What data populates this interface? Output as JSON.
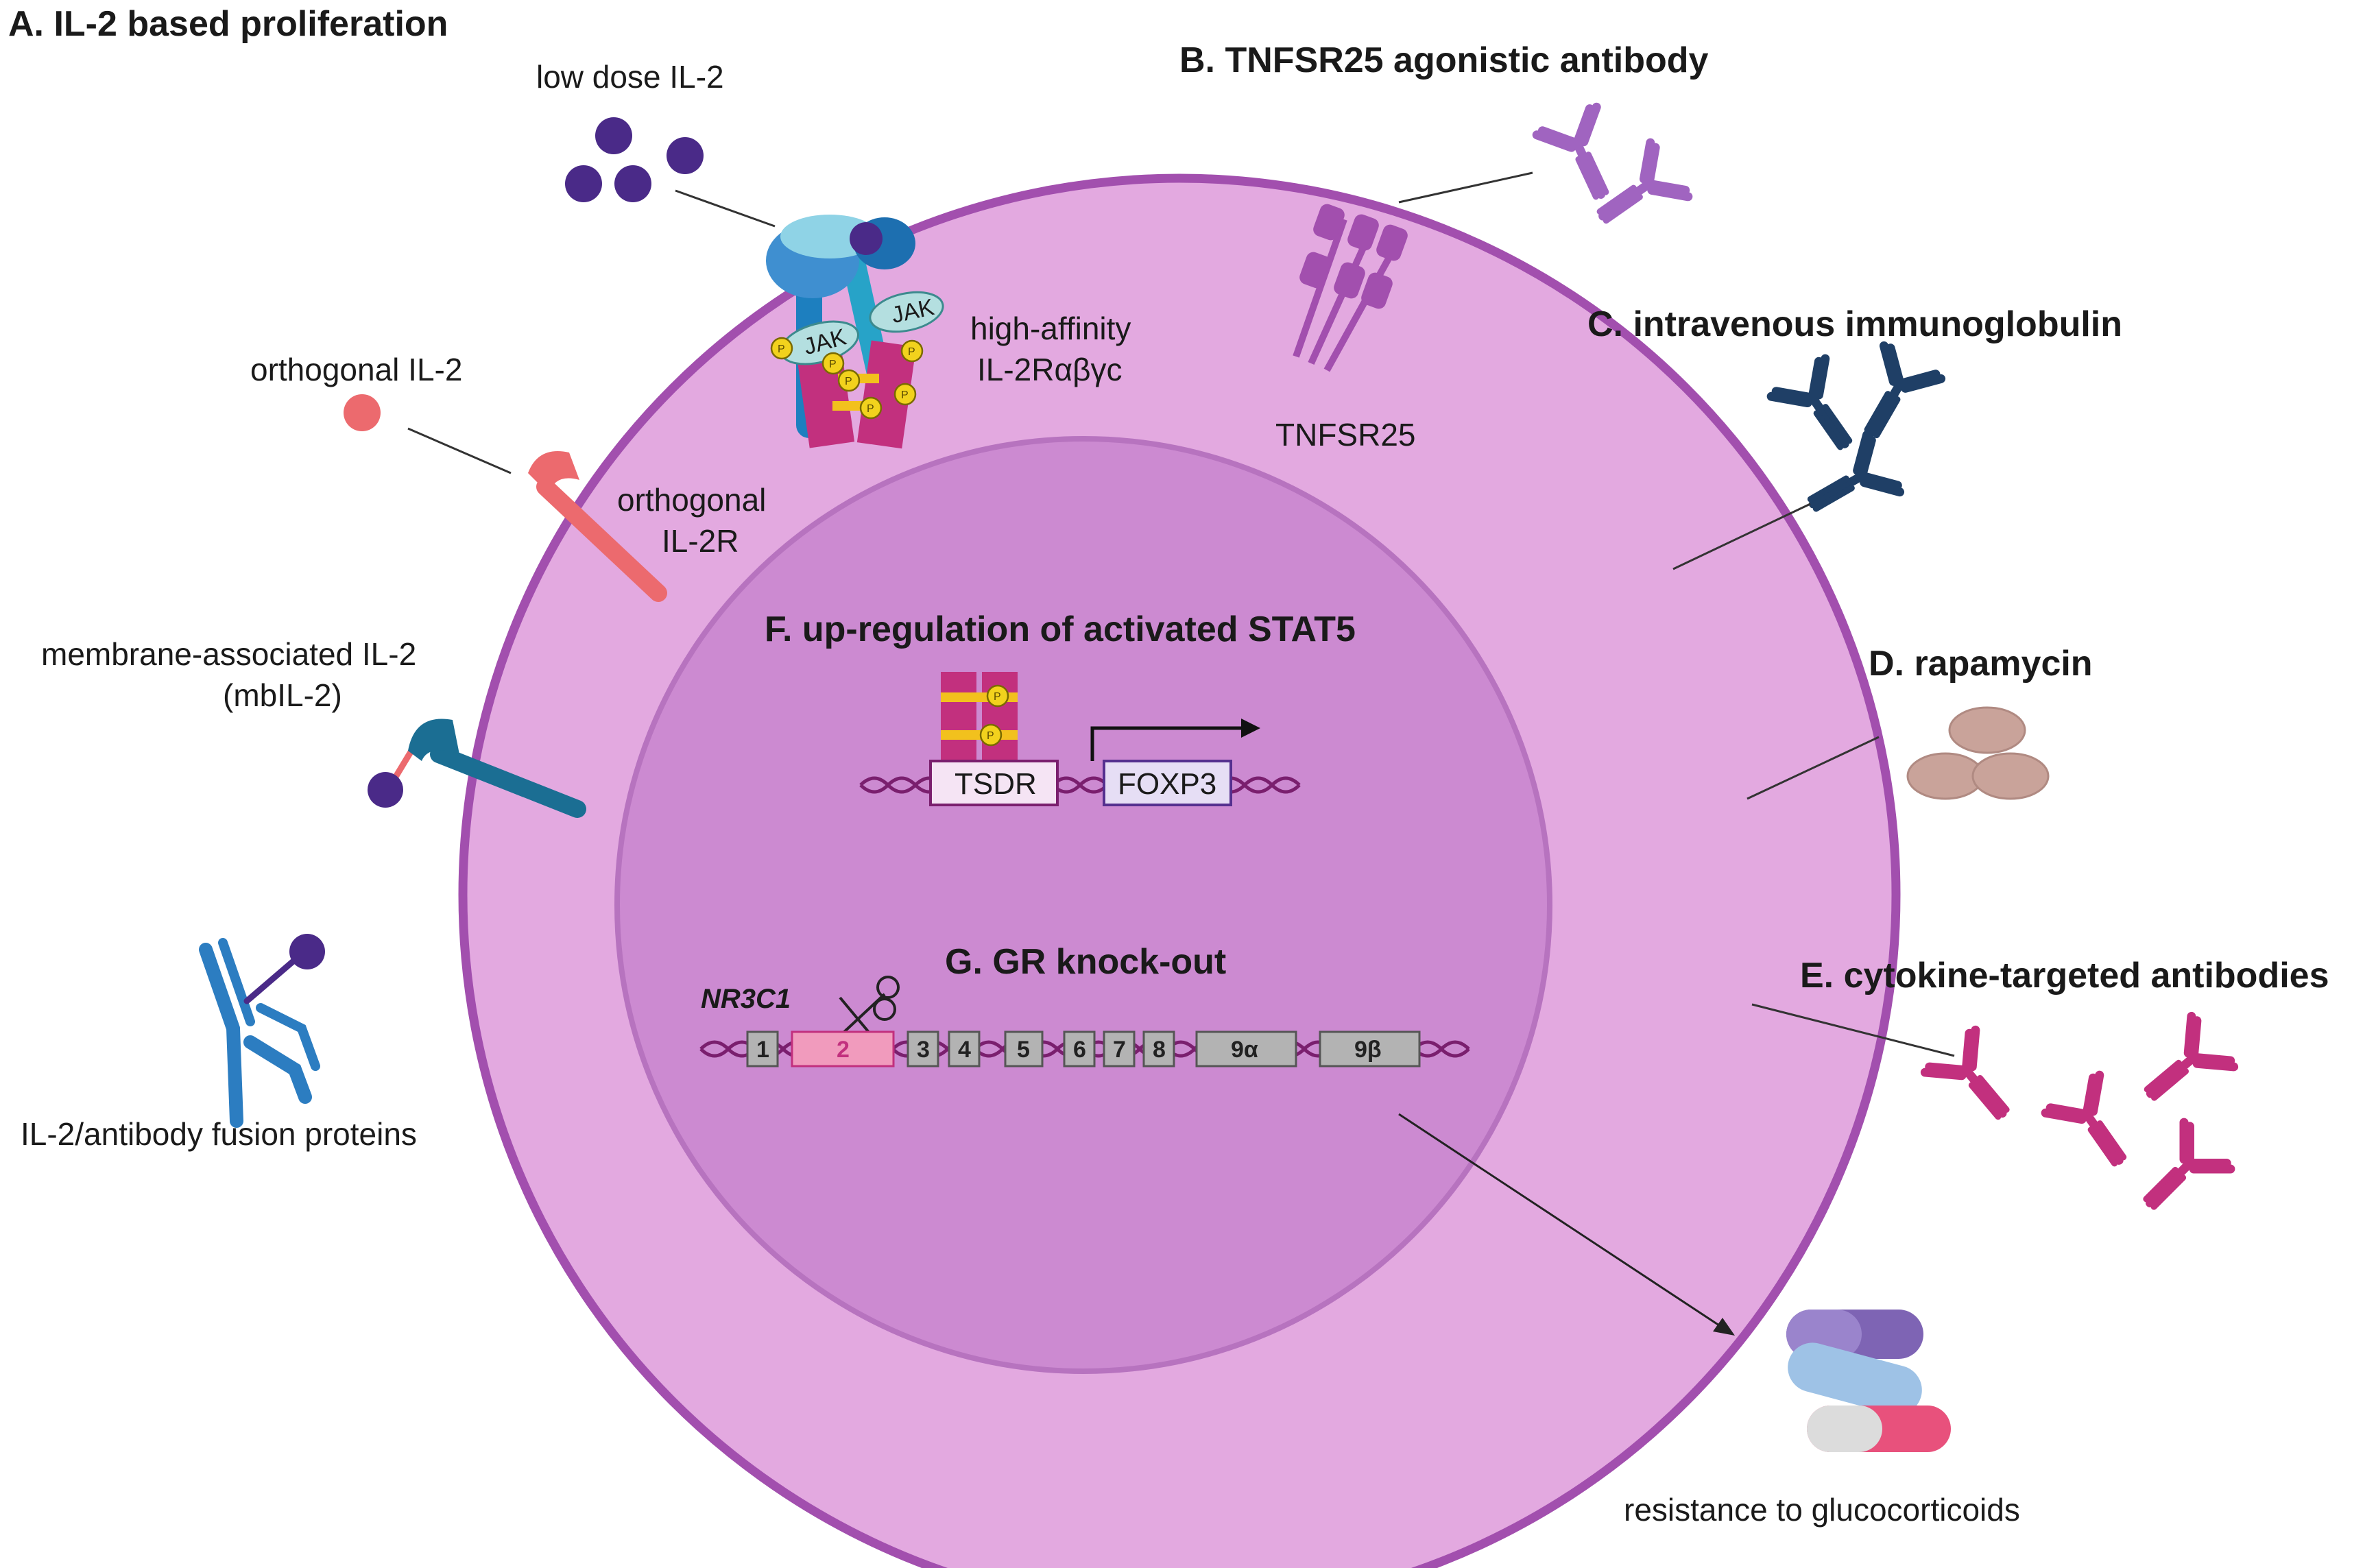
{
  "panels": {
    "a_title": "A. IL-2 based proliferation",
    "b_title": "B. TNFSR25 agonistic antibody",
    "c_title": "C. intravenous immunoglobulin",
    "d_title": "D. rapamycin",
    "e_title": "E. cytokine-targeted antibodies",
    "f_title": "F. up-regulation of activated STAT5",
    "g_title": "G. GR knock-out"
  },
  "labels": {
    "low_dose_il2": "low dose IL-2",
    "high_affinity_1": "high-affinity",
    "high_affinity_2": "IL-2Rαβγc",
    "orthogonal_il2": "orthogonal IL-2",
    "orthogonal_il2r_1": "orthogonal",
    "orthogonal_il2r_2": "IL-2R",
    "mbil2_1": "membrane-associated IL-2",
    "mbil2_2": "(mbIL-2)",
    "fusion": "IL-2/antibody fusion proteins",
    "tnfsr25": "TNFSR25",
    "resistance": "resistance to glucocorticoids",
    "jak": "JAK",
    "phospho": "P",
    "tsdr": "TSDR",
    "foxp3": "FOXP3",
    "gene": "NR3C1"
  },
  "exons": [
    "1",
    "2",
    "3",
    "4",
    "5",
    "6",
    "7",
    "8",
    "9α",
    "9β"
  ],
  "colors": {
    "cell_outer": "#e3a9e0",
    "cell_border": "#a24fae",
    "nucleus": "#cc8ad1",
    "il2": "#4a2a88",
    "antibody_blue": "#1f3f66",
    "antibody_purple": "#a064c0",
    "antibody_magenta": "#c2307e",
    "rapamycin": "#c9a39a",
    "stat5": "#c2307e",
    "jak": "#b4dfe0",
    "orthogonal": "#ec6a6e",
    "mbil2_receptor": "#1b6e93",
    "fusion_antibody": "#2c7dc1"
  }
}
